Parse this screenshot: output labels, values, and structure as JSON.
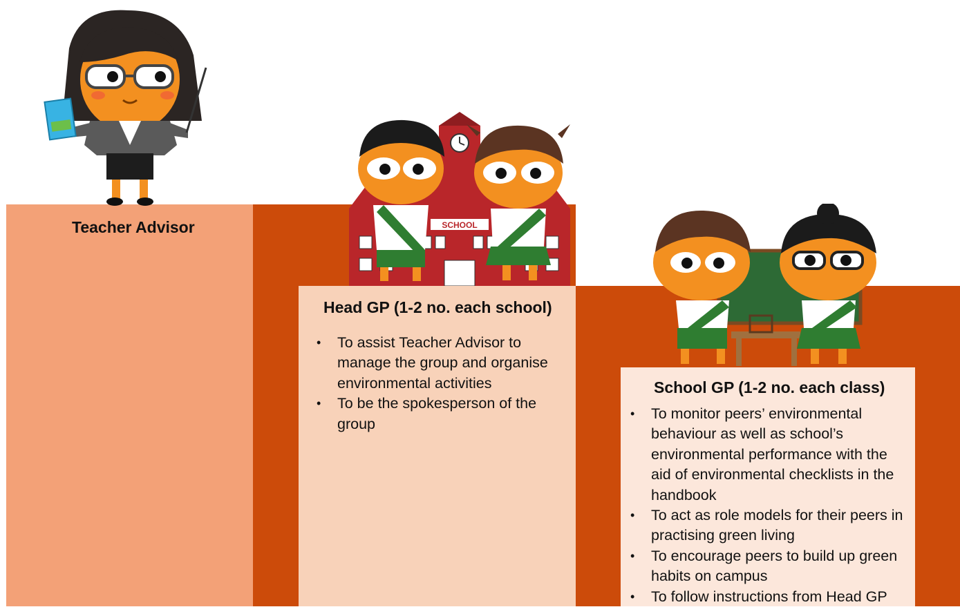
{
  "colors": {
    "teacher_panel": "#f3a177",
    "step_dark": "#cc4b0a",
    "head_panel": "#f8d2b9",
    "school_panel": "#fce7db",
    "skin": "#f39020",
    "uniform_green": "#2f7d31"
  },
  "teacher": {
    "title": "Teacher Advisor"
  },
  "head_gp": {
    "title": "Head GP (1-2 no. each school)",
    "bullets": [
      "To assist Teacher Advisor to manage the group and organise environmental activities",
      "To be the spokesperson of the group"
    ]
  },
  "school_gp": {
    "title": "School GP (1-2 no. each class)",
    "bullets": [
      "To monitor peers’ environmental behaviour as well as school’s environmental performance with the aid of environmental checklists in the handbook",
      "To act as role models for their peers in practising green living",
      "To encourage peers to build up green habits on campus",
      "To follow instructions from Head GP"
    ]
  },
  "illustrations": {
    "school_sign": "SCHOOL",
    "teacher_icon": "teacher-character-icon",
    "head_gp_icon": "head-gp-students-school-icon",
    "school_gp_icon": "school-gp-students-classroom-icon"
  }
}
